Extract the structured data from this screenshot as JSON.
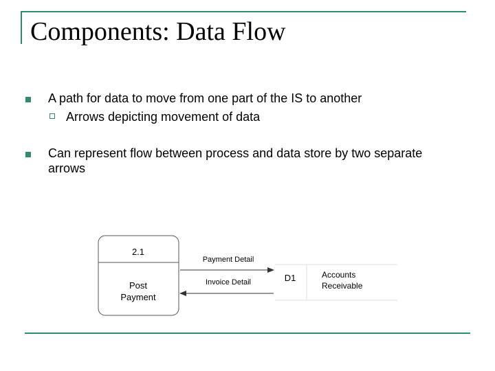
{
  "slide": {
    "title": "Components: Data Flow",
    "bullets": [
      {
        "text": "A path for data to move from one part of the IS to another",
        "sub_bullets": [
          "Arrows depicting movement of data"
        ]
      },
      {
        "text": "Can represent flow between process and data store by two separate arrows",
        "line1": "Can represent flow between process and data store by two separate",
        "line2": "arrows"
      }
    ]
  },
  "diagram": {
    "process": {
      "id": "2.1",
      "line1": "Post",
      "line2": "Payment"
    },
    "flows": [
      {
        "label": "Payment Detail",
        "direction": "process-to-store"
      },
      {
        "label": "Invoice Detail",
        "direction": "store-to-process"
      }
    ],
    "data_store": {
      "id": "D1",
      "line1": "Accounts",
      "line2": "Receivable"
    }
  },
  "colors": {
    "accent": "#2e8b72",
    "diagram_line": "#555555"
  }
}
